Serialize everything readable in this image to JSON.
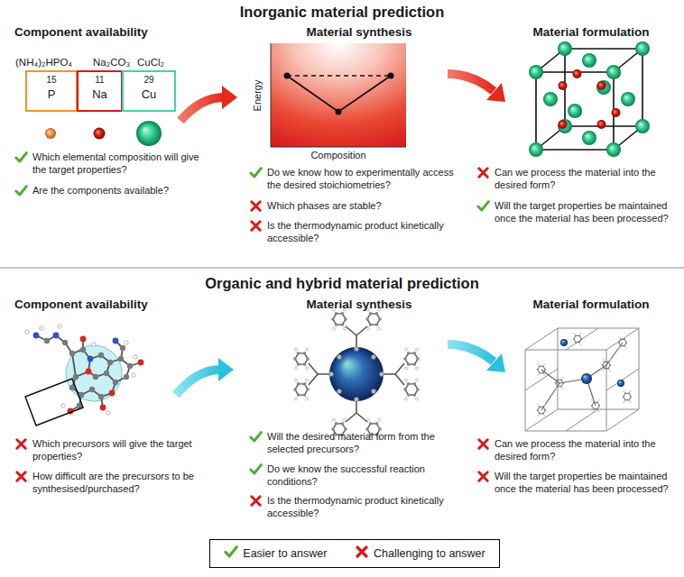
{
  "diagram": {
    "nodes": [
      {
        "text": [
          "15",
          "P"
        ]
      },
      {
        "text": [
          "11",
          "Na"
        ]
      },
      {
        "text": [
          "29",
          "Cu"
        ]
      }
    ],
    "labels": [
      "Inorganic material prediction",
      "Component availability",
      "Material synthesis",
      "Material formulation",
      "(NH₄)₂HPO₄",
      "Na₂CO₃",
      "CuCl₂",
      "Energy",
      "Composition",
      "Which elemental composition will give the target properties?",
      "Are the components available?",
      "Do we know how to experimentally access the desired stoichiometries?",
      "Which phases are stable?",
      "Is the thermodynamic product kinetically accessible?",
      "Can we process the material into the desired form?",
      "Will the target properties be maintained once the material has been processed?",
      "Organic and hybrid material prediction",
      "Component availability",
      "Material synthesis",
      "Material formulation",
      "Which precursors will give the target properties?",
      "How difficult are the precursors to be synthesised/purchased?",
      "Will the desired material form from the selected precursors?",
      "Do we know the successful reaction conditions?",
      "Is the thermodynamic product kinetically accessible?",
      "Can we process the material into the desired form?",
      "Will the target properties be maintained once the material has been processed?"
    ],
    "legend": [
      {
        "text": "Easier to answer"
      },
      {
        "text": "Challenging to answer"
      }
    ]
  }
}
